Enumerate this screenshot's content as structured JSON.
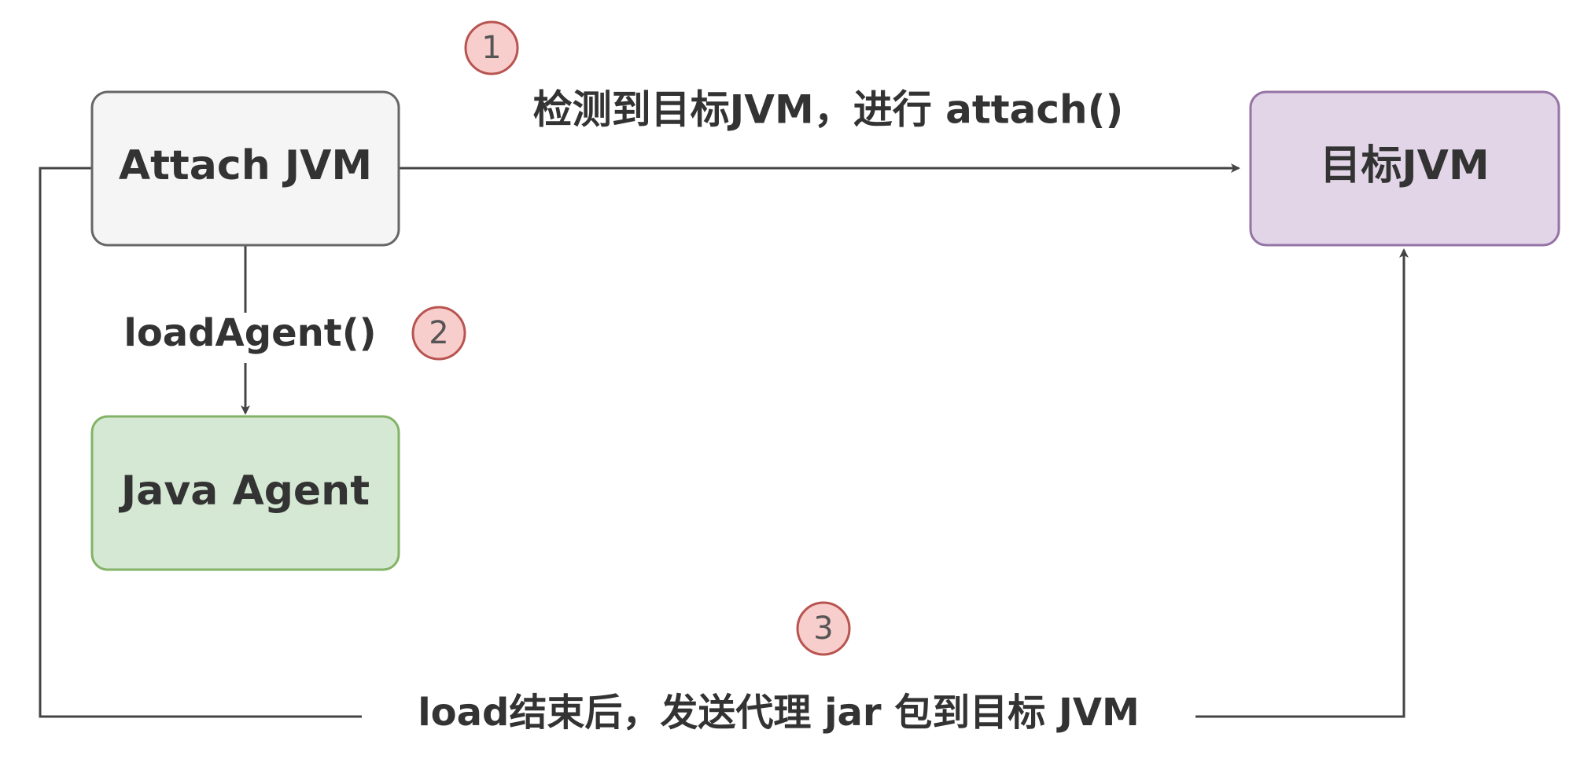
{
  "nodes": {
    "attach_jvm": {
      "label": "Attach JVM",
      "fill": "#f5f5f5",
      "stroke": "#666666"
    },
    "target_jvm": {
      "label": "目标JVM",
      "fill": "#e1d5e7",
      "stroke": "#9673a6"
    },
    "java_agent": {
      "label": "Java Agent",
      "fill": "#d5e8d4",
      "stroke": "#82b366"
    }
  },
  "edges": {
    "attach": {
      "label": "检测到目标JVM，进行 attach()",
      "step": "1"
    },
    "load_agent": {
      "label": "loadAgent()",
      "step": "2"
    },
    "send_jar": {
      "label": "load结束后，发送代理 jar 包到目标 JVM",
      "step": "3"
    }
  },
  "colors": {
    "line": "#444444",
    "badge_fill": "#f8cecc",
    "badge_stroke": "#b85450"
  }
}
